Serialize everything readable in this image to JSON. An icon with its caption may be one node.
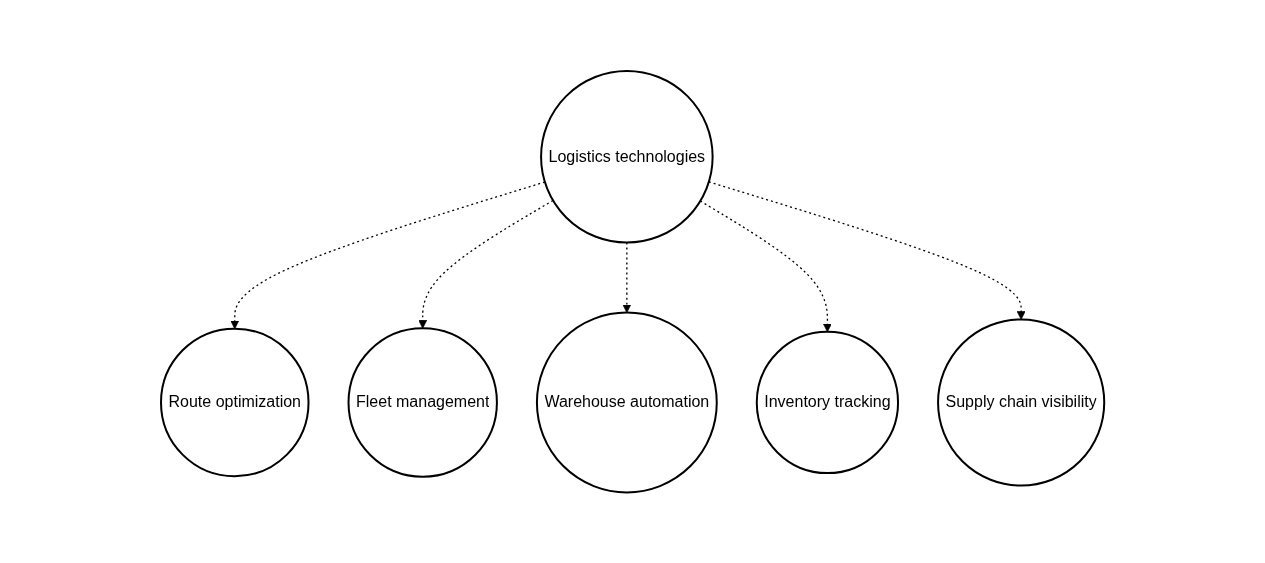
{
  "diagram": {
    "nodes": [
      {
        "text": [
          "Logistics technologies"
        ]
      },
      {
        "text": [
          "Route optimization"
        ]
      },
      {
        "text": [
          "Fleet management"
        ]
      },
      {
        "text": [
          "Warehouse automation"
        ]
      },
      {
        "text": [
          "Inventory tracking"
        ]
      },
      {
        "text": [
          "Supply chain visibility"
        ]
      }
    ],
    "edges": [
      {
        "from": 0,
        "to": 1,
        "arrow": "to",
        "style": "dashed"
      },
      {
        "from": 0,
        "to": 2,
        "arrow": "to",
        "style": "dashed"
      },
      {
        "from": 0,
        "to": 3,
        "arrow": "to",
        "style": "dashed"
      },
      {
        "from": 0,
        "to": 4,
        "arrow": "to",
        "style": "dashed"
      },
      {
        "from": 0,
        "to": 5,
        "arrow": "to",
        "style": "dashed"
      }
    ]
  }
}
